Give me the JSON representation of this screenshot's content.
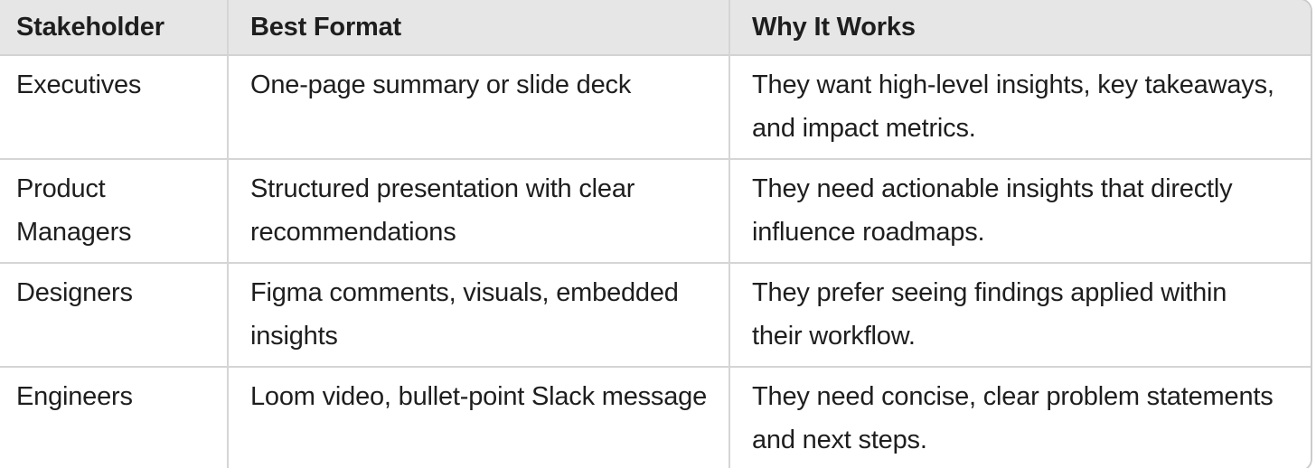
{
  "colors": {
    "header_background": "#E6E6E6",
    "grid_border": "#D5D5D5",
    "outer_border": "#CBCBCB",
    "text": "#1E1E1E",
    "body_background": "#FFFFFF"
  },
  "table": {
    "headers": [
      "Stakeholder",
      "Best Format",
      "Why It Works"
    ],
    "rows": [
      [
        "Executives",
        "One-page summary or slide deck",
        "They want high-level insights, key takeaways,\nand impact metrics."
      ],
      [
        "Product\nManagers",
        "Structured presentation with clear\nrecommendations",
        "They need actionable insights that directly\ninfluence roadmaps."
      ],
      [
        "Designers",
        "Figma comments, visuals, embedded\ninsights",
        "They prefer seeing findings applied within\ntheir workflow."
      ],
      [
        "Engineers",
        "Loom video, bullet-point Slack message",
        "They need concise, clear problem statements\nand next steps."
      ]
    ]
  }
}
